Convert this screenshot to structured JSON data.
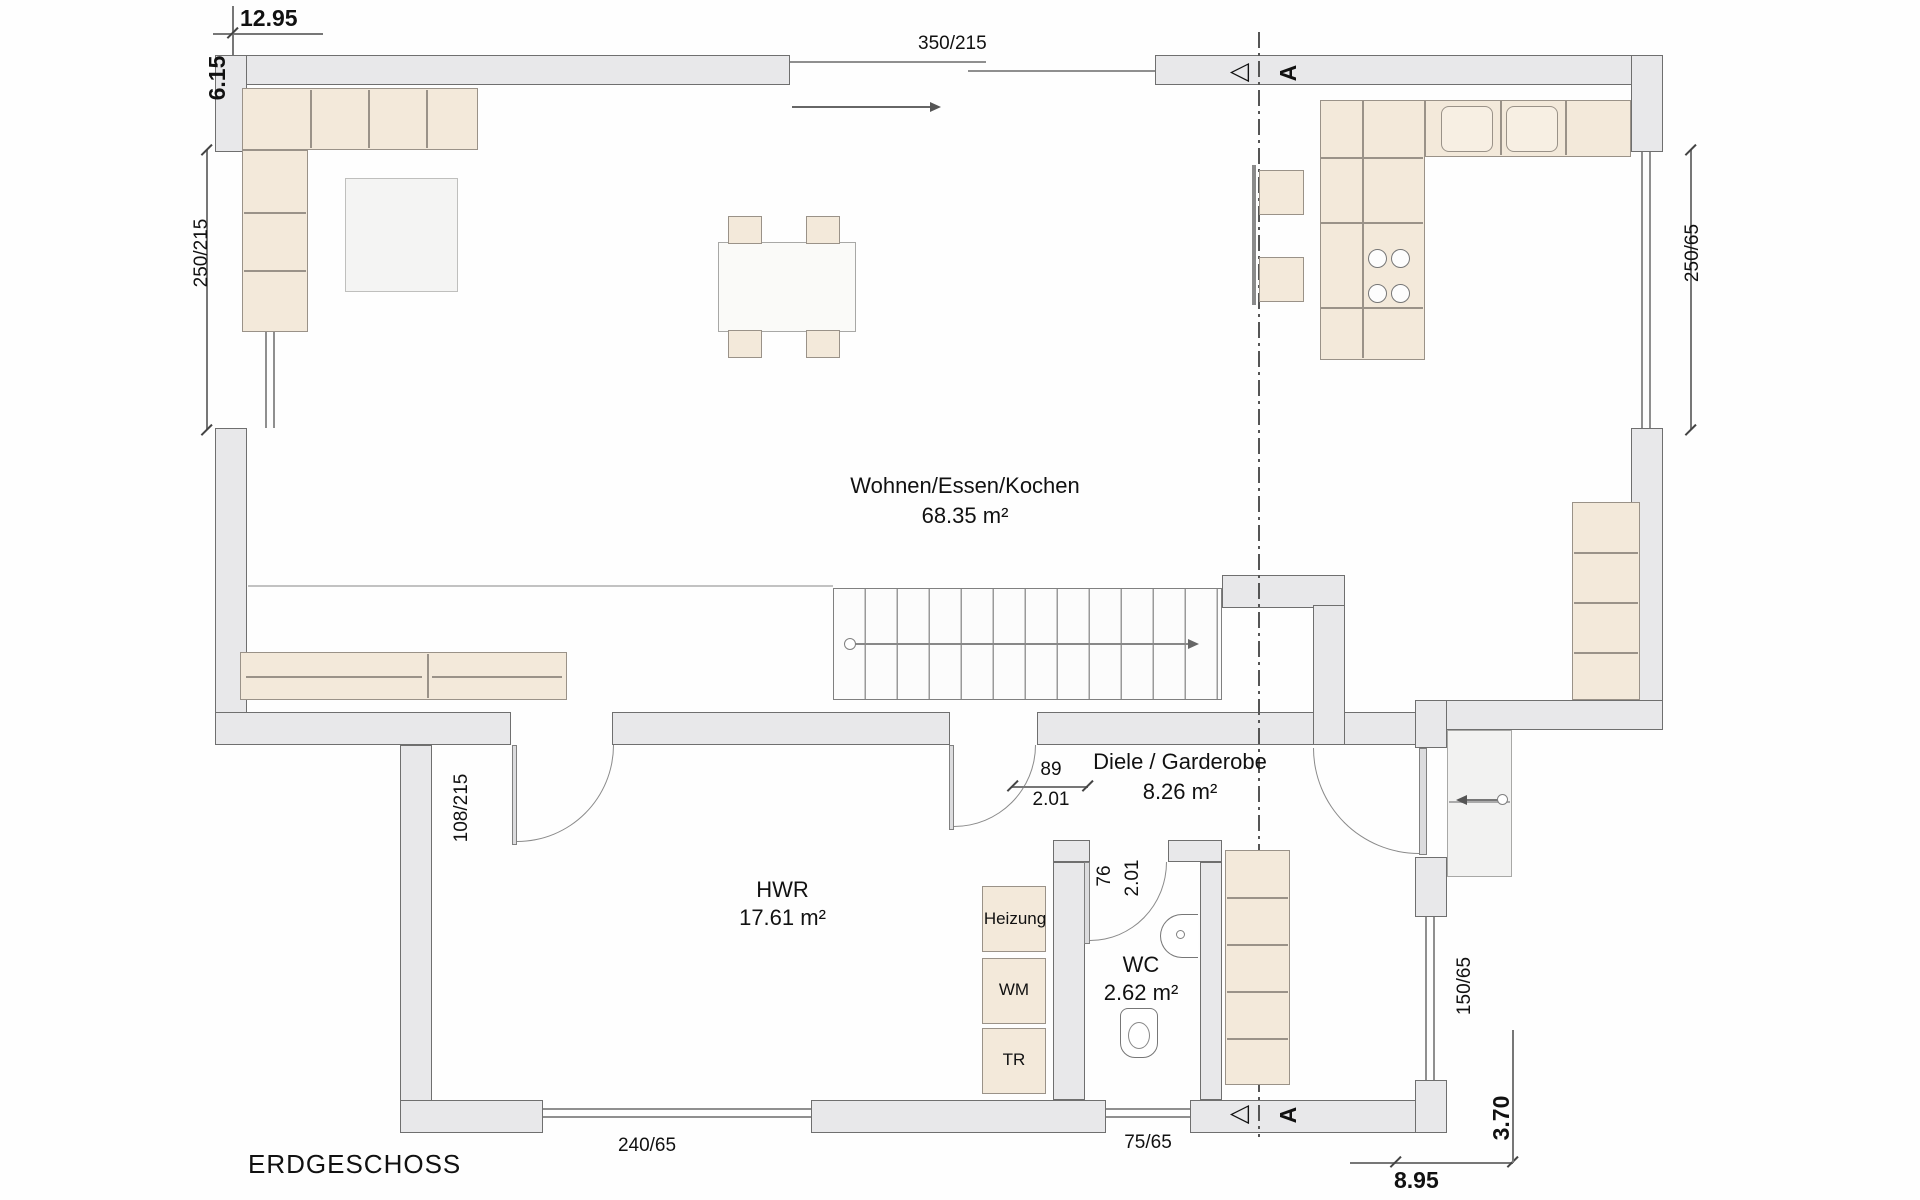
{
  "floor_label": "ERDGESCHOSS",
  "section_marker": {
    "letter": "A",
    "arrow_glyph": "◁"
  },
  "rooms": {
    "living": {
      "name": "Wohnen/Essen/Kochen",
      "area": "68.35 m²"
    },
    "hwr": {
      "name": "HWR",
      "area": "17.61 m²"
    },
    "wc": {
      "name": "WC",
      "area": "2.62 m²"
    },
    "hall": {
      "name": "Diele / Garderobe",
      "area": "8.26 m²"
    }
  },
  "appliances": {
    "heating": "Heizung",
    "washing_machine": "WM",
    "dryer": "TR"
  },
  "dimensions": {
    "overall_width": "12.95",
    "upper_height": "6.15",
    "lower_width": "8.95",
    "lower_height": "3.70",
    "window_top": "350/215",
    "window_left": "250/215",
    "window_right": "250/65",
    "window_right_lower": "150/65",
    "window_bottom_left": "240/65",
    "window_bottom_right": "75/65",
    "door_hwr": "108/215",
    "door_hall_width": "89",
    "door_hall_height": "2.01",
    "door_wc_width": "76",
    "door_wc_height": "2.01"
  },
  "colors": {
    "background": "#fefefe",
    "wall_fill": "#e8e8ea",
    "wall_stroke": "#6f6f6f",
    "furniture_fill": "#f3e9da",
    "furniture_stroke": "#9a9288",
    "line": "#777777",
    "text": "#111111"
  }
}
